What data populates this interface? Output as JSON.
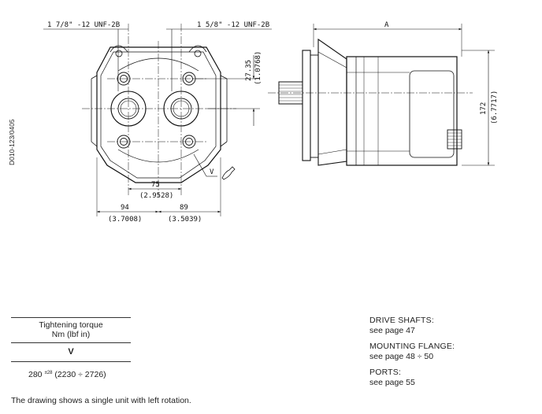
{
  "drawing": {
    "port_left_label": "1 7/8\" -12 UNF-2B",
    "port_right_label": "1 5/8\" -12 UNF-2B",
    "dim_a": "A",
    "dim_27_mm": "27.35",
    "dim_27_in": "(1.0768)",
    "dim_75_mm": "75",
    "dim_75_in": "(2.9528)",
    "dim_94_mm": "94",
    "dim_94_in": "(3.7008)",
    "dim_89_mm": "89",
    "dim_89_in": "(3.5039)",
    "dim_172_mm": "172",
    "dim_172_in": "(6.7717)",
    "rotation_mark": "V",
    "drawing_id": "D010-123/0405"
  },
  "torque_table": {
    "header_line1": "Tightening torque",
    "header_line2": "Nm (lbf in)",
    "column": "V",
    "value": "280",
    "tolerance": "±28",
    "range": "(2230 ÷ 2726)"
  },
  "references": [
    {
      "title": "DRIVE SHAFTS:",
      "text": "see page 47"
    },
    {
      "title": "MOUNTING FLANGE:",
      "text": "see page 48 ÷ 50"
    },
    {
      "title": "PORTS:",
      "text": "see page 55"
    }
  ],
  "note": "The drawing shows a single unit with left rotation."
}
